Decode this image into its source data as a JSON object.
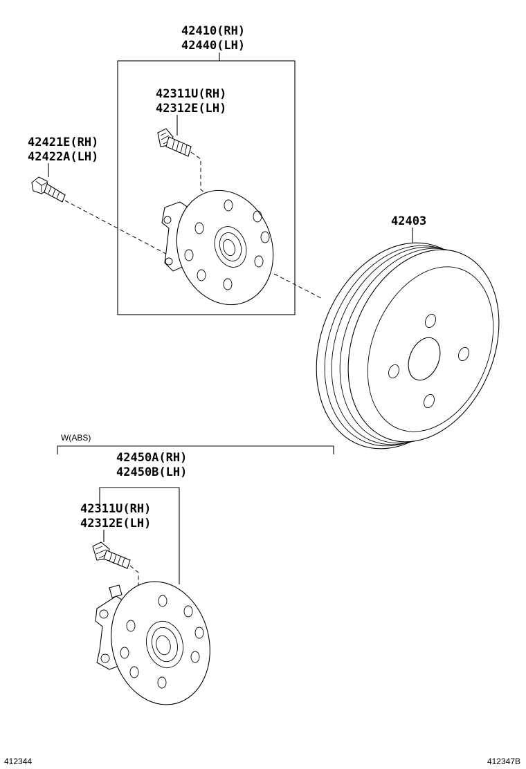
{
  "labels": {
    "hub_rh": "42410(RH)",
    "hub_lh": "42440(LH)",
    "bolt_rh": "42311U(RH)",
    "bolt_lh": "42312E(LH)",
    "screw_rh": "42421E(RH)",
    "screw_lh": "42422A(LH)",
    "drum": "42403",
    "abs_note": "W(ABS)",
    "abs_hub_rh": "42450A(RH)",
    "abs_hub_lh": "42450B(LH)",
    "abs_bolt_rh": "42311U(RH)",
    "abs_bolt_lh": "42312E(LH)",
    "code_left": "412344",
    "code_right": "412347B"
  }
}
